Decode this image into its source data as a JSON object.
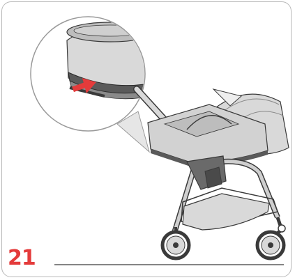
{
  "step": {
    "number": "21"
  },
  "colors": {
    "accent": "#e43b3b",
    "line": "#3a3a3a",
    "fill_light": "#d9d9d9",
    "fill_mid": "#bdbdbd",
    "frame": "#b9b9b9"
  },
  "illustration": {
    "subject": "stroller-with-carrycot",
    "detail_callout": "carrycot-base-zoom",
    "arrow_direction": "up"
  }
}
